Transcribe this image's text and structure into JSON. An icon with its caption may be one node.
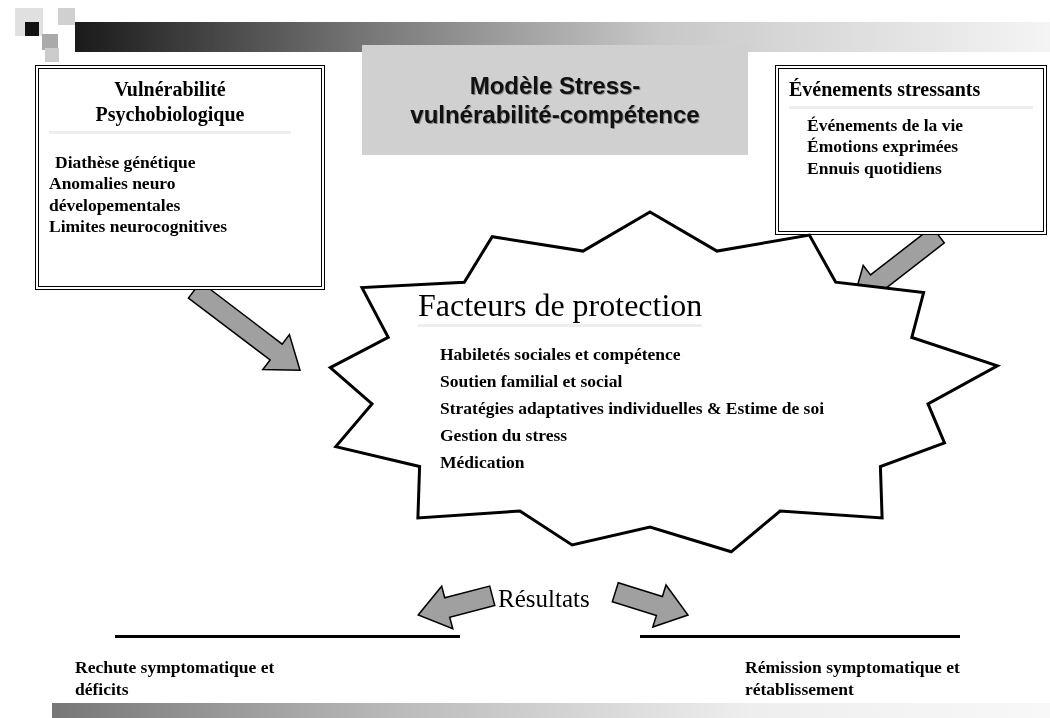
{
  "diagram": {
    "title": "Modèle Stress-vulnérabilité-compétence",
    "nodes": [
      {
        "text": [
          "Vulnérabilité Psychobiologique",
          "Diathèse génétique",
          "Anomalies neuro dévelopementales",
          "Limites neurocognitives"
        ]
      },
      {
        "text": [
          "Événements stressants",
          "Événements de la vie",
          "Émotions exprimées",
          "Ennuis quotidiens"
        ]
      },
      {
        "text": [
          "Facteurs de protection",
          "Habiletés sociales et compétence",
          "Soutien familial et social",
          "Stratégies adaptatives individuelles & Estime de soi",
          "Gestion du stress",
          "Médication"
        ]
      },
      {
        "text": [
          "Résultats"
        ]
      },
      {
        "text": [
          "Rechute symptomatique et déficits"
        ]
      },
      {
        "text": [
          "Rémission symptomatique et rétablissement"
        ]
      }
    ],
    "edges": [
      {
        "from": 0,
        "to": 2,
        "arrow": "to",
        "style": "thick"
      },
      {
        "from": 1,
        "to": 2,
        "arrow": "to",
        "style": "thick"
      },
      {
        "from": 3,
        "to": 4,
        "arrow": "to",
        "style": "thick"
      },
      {
        "from": 3,
        "to": 5,
        "arrow": "to",
        "style": "thick"
      }
    ]
  }
}
